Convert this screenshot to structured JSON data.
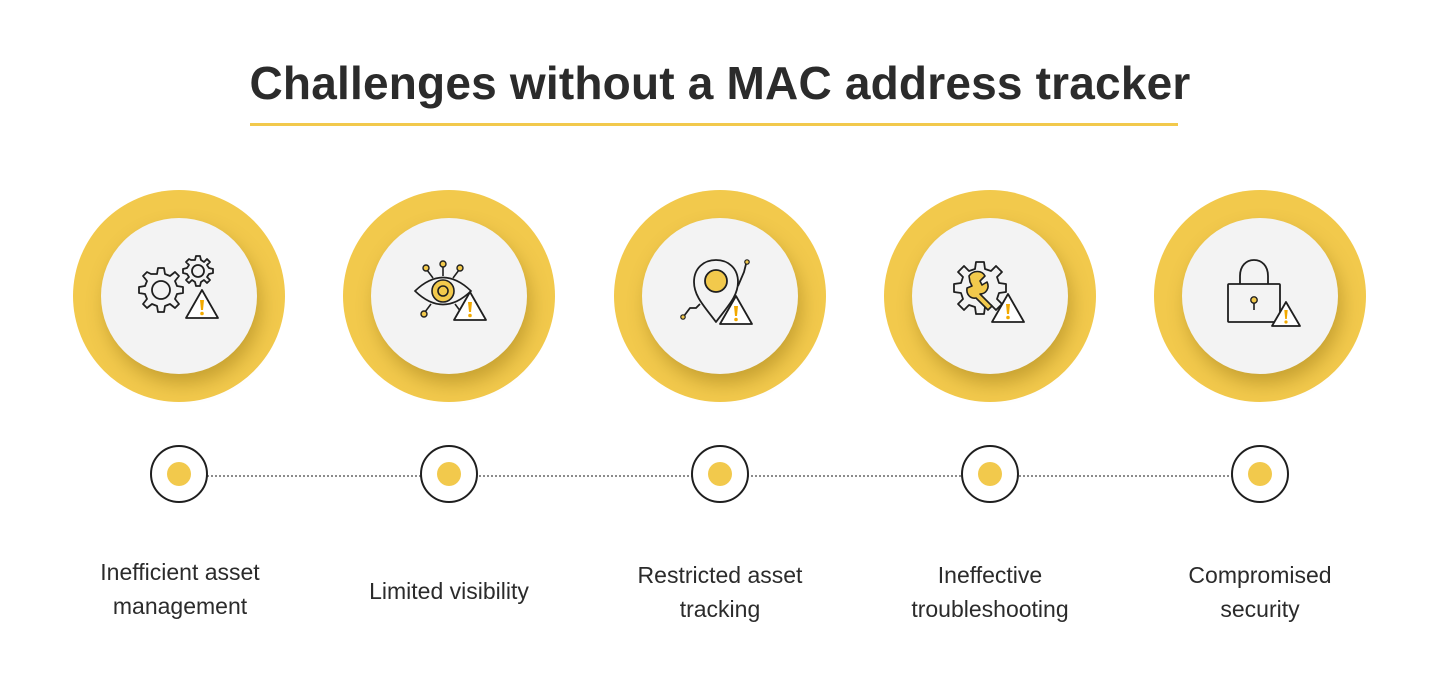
{
  "title": "Challenges without a MAC address tracker",
  "colors": {
    "accent": "#f2c94c",
    "text": "#2b2b2b",
    "inner": "#f3f3f3",
    "line": "#1f1f1f"
  },
  "items": [
    {
      "label": "Inefficient asset management",
      "icon": "gears-warning-icon"
    },
    {
      "label": "Limited visibility",
      "icon": "eye-warning-icon"
    },
    {
      "label": "Restricted asset tracking",
      "icon": "location-pin-warning-icon"
    },
    {
      "label": "Ineffective troubleshooting",
      "icon": "wrench-gear-warning-icon"
    },
    {
      "label": "Compromised security",
      "icon": "padlock-warning-icon"
    }
  ]
}
